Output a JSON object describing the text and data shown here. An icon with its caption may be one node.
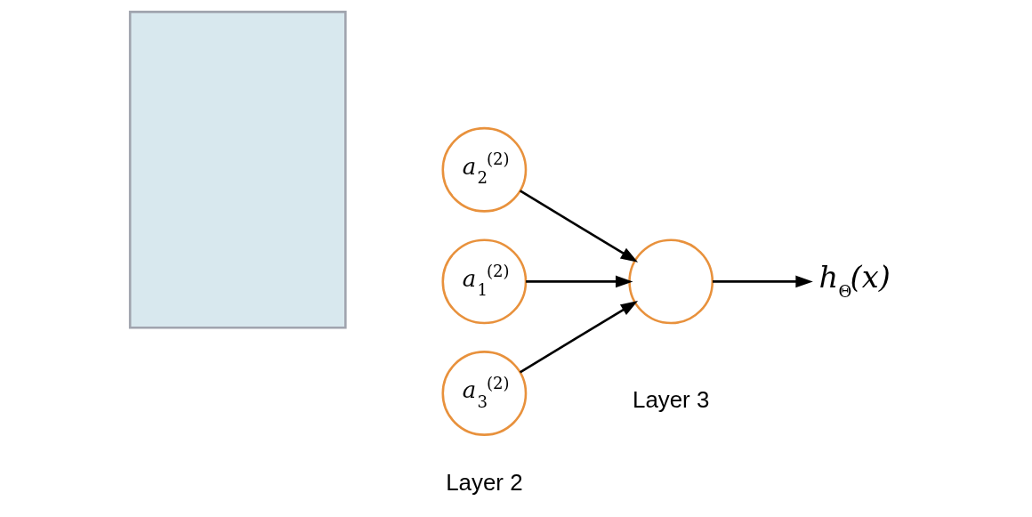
{
  "diagram": {
    "nodes": [
      {
        "text": [],
        "shape": "box"
      },
      {
        "text": [
          "a$_{1}$$^{(2)}$"
        ]
      },
      {
        "text": [
          "a$_{2}$$^{(2)}$"
        ]
      },
      {
        "text": [
          "a$_{3}$$^{(2)}$"
        ]
      },
      {
        "text": [],
        "shape": "circle"
      },
      {
        "text": [
          "h$_{Θ}$(x)"
        ]
      }
    ],
    "edges": [
      {
        "from": 1,
        "to": 4,
        "arrow": "to"
      },
      {
        "from": 2,
        "to": 4,
        "arrow": "to"
      },
      {
        "from": 3,
        "to": 4,
        "arrow": "to"
      },
      {
        "from": 4,
        "to": 5,
        "arrow": "to"
      }
    ],
    "labels": [
      "Layer 2",
      "Layer 3"
    ]
  }
}
